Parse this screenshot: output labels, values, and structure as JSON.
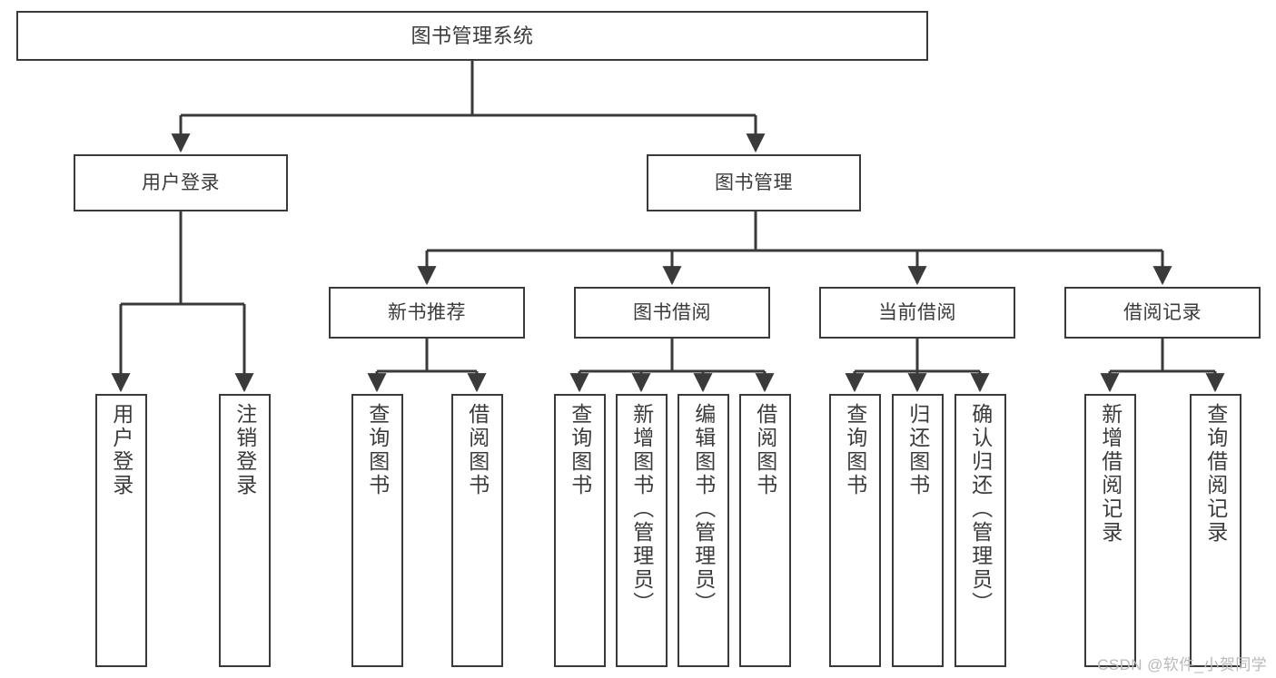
{
  "diagram": {
    "title": "图书管理系统",
    "type": "tree",
    "watermark": "CSDN @软件_小贺同学",
    "colors": {
      "box_border": "#3a3a3a",
      "box_fill": "#ffffff",
      "text": "#3b3b3b",
      "edge": "#3a3a3a",
      "watermark": "#b9b9b9",
      "background": "#ffffff"
    },
    "nodes": {
      "root": {
        "label": "图书管理系统"
      },
      "level1": [
        {
          "id": "user-login",
          "label": "用户登录"
        },
        {
          "id": "book-manage",
          "label": "图书管理"
        }
      ],
      "level2": [
        {
          "id": "new-book-recommend",
          "label": "新书推荐"
        },
        {
          "id": "book-borrow",
          "label": "图书借阅"
        },
        {
          "id": "current-borrow",
          "label": "当前借阅"
        },
        {
          "id": "borrow-record",
          "label": "借阅记录"
        }
      ],
      "leaves": {
        "user-login": [
          {
            "id": "leaf-user-login",
            "label": "用户登录"
          },
          {
            "id": "leaf-logout-login",
            "label": "注销登录"
          }
        ],
        "new-book-recommend": [
          {
            "id": "leaf-query-book-1",
            "label": "查询图书"
          },
          {
            "id": "leaf-borrow-book-1",
            "label": "借阅图书"
          }
        ],
        "book-borrow": [
          {
            "id": "leaf-query-book-2",
            "label": "查询图书"
          },
          {
            "id": "leaf-add-book",
            "label": "新增图书（管理员）"
          },
          {
            "id": "leaf-edit-book",
            "label": "编辑图书（管理员）"
          },
          {
            "id": "leaf-borrow-book-2",
            "label": "借阅图书"
          }
        ],
        "current-borrow": [
          {
            "id": "leaf-query-book-3",
            "label": "查询图书"
          },
          {
            "id": "leaf-return-book",
            "label": "归还图书"
          },
          {
            "id": "leaf-confirm-return",
            "label": "确认归还（管理员）"
          }
        ],
        "borrow-record": [
          {
            "id": "leaf-add-record",
            "label": "新增借阅记录"
          },
          {
            "id": "leaf-query-record",
            "label": "查询借阅记录"
          }
        ]
      }
    }
  }
}
